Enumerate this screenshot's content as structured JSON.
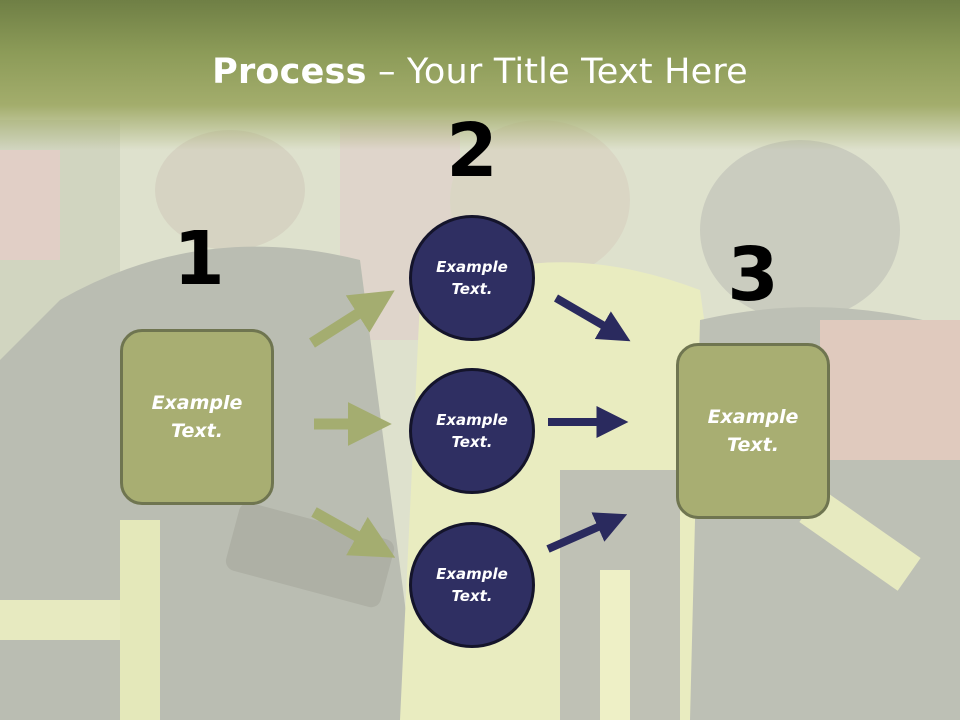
{
  "slide": {
    "title_bold": "Process",
    "title_rest": " – Your Title Text Here",
    "steps": {
      "one": "1",
      "two": "2",
      "three": "3"
    },
    "left_box": "Example\nText.",
    "right_box": "Example\nText.",
    "circles": [
      "Example\nText.",
      "Example\nText.",
      "Example\nText."
    ]
  },
  "colors": {
    "title_band": "#8c9b58",
    "box_fill": "#a8ae72",
    "circle_fill": "#2f2f62",
    "green_arrow": "#a4ad70",
    "navy_arrow": "#2a2a5e"
  }
}
